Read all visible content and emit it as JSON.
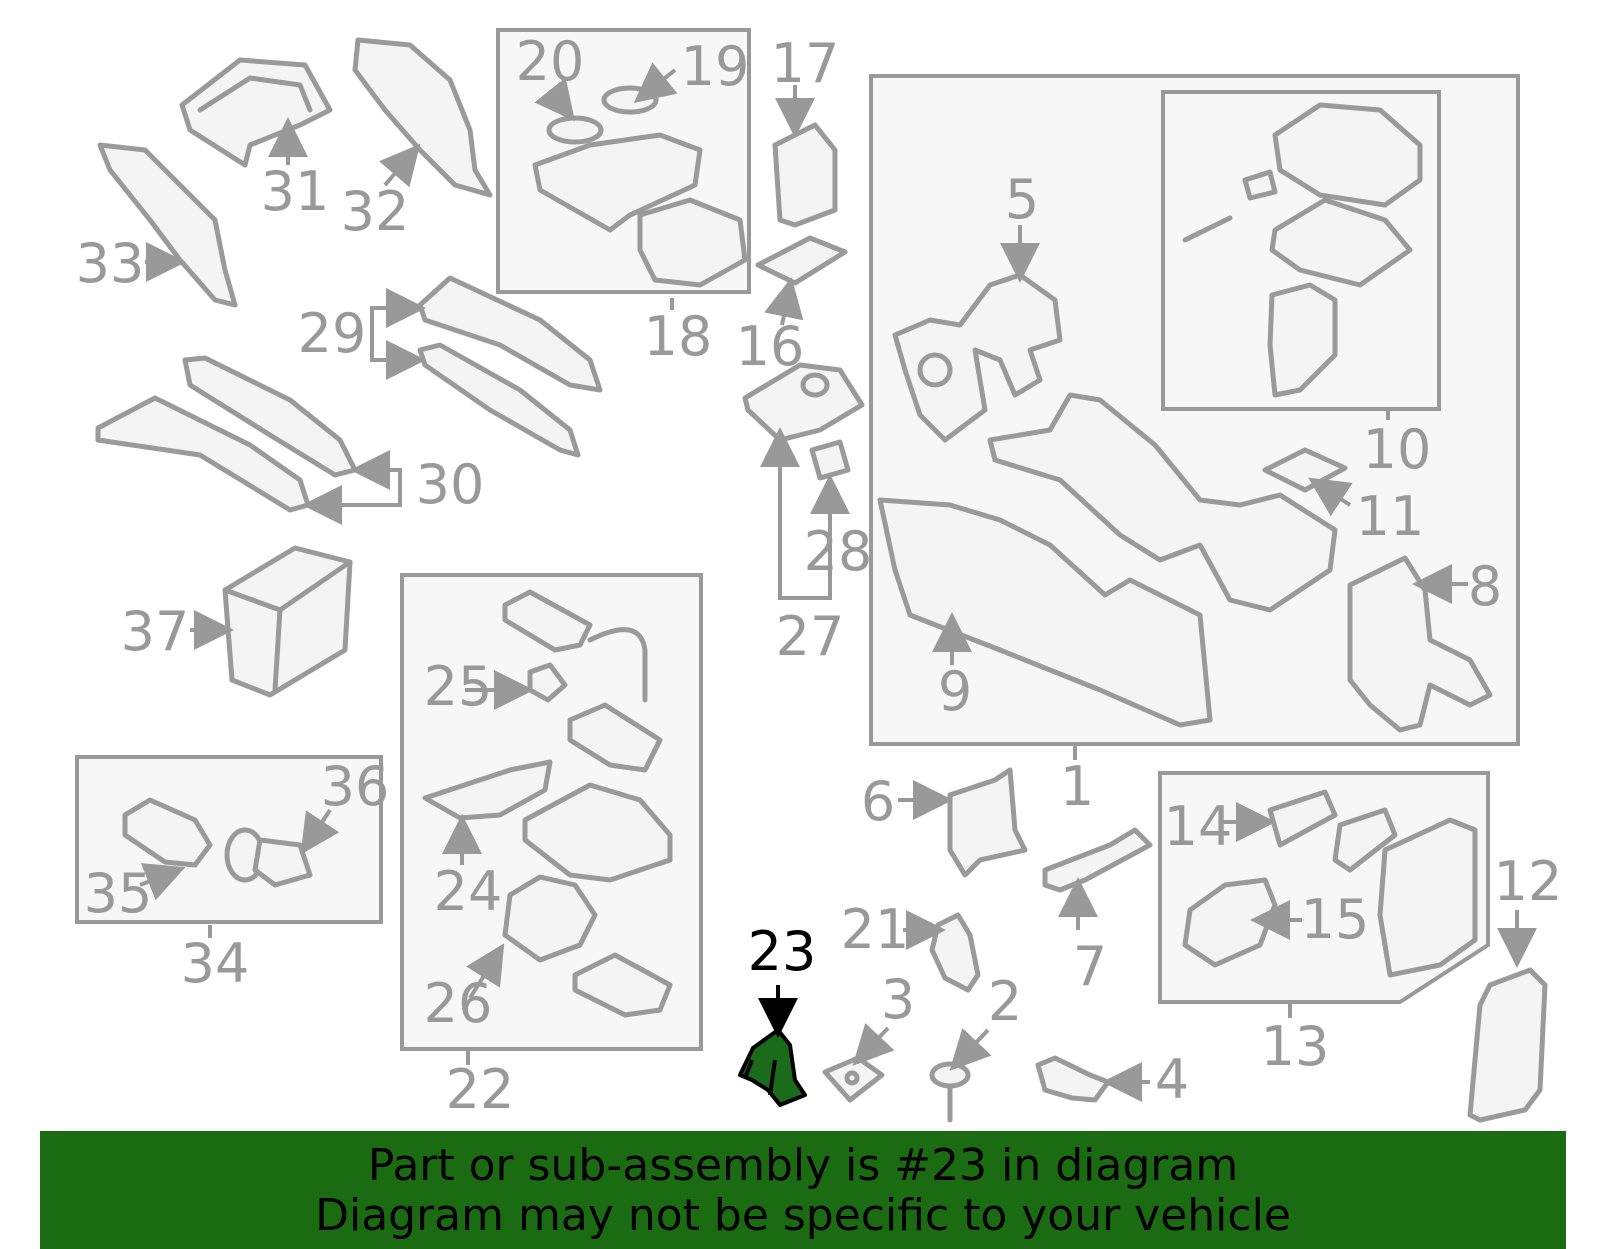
{
  "diagram": {
    "highlighted_part": "23",
    "labels": {
      "p1": "1",
      "p2": "2",
      "p3": "3",
      "p4": "4",
      "p5": "5",
      "p6": "6",
      "p7": "7",
      "p8": "8",
      "p9": "9",
      "p10": "10",
      "p11": "11",
      "p12": "12",
      "p13": "13",
      "p14": "14",
      "p15": "15",
      "p16": "16",
      "p17": "17",
      "p18": "18",
      "p19": "19",
      "p20": "20",
      "p21": "21",
      "p22": "22",
      "p23": "23",
      "p24": "24",
      "p25": "25",
      "p26": "26",
      "p27": "27",
      "p28": "28",
      "p29": "29",
      "p30": "30",
      "p31": "31",
      "p32": "32",
      "p33": "33",
      "p34": "34",
      "p35": "35",
      "p36": "36",
      "p37": "37"
    },
    "colors": {
      "line": "#999999",
      "highlight_fill": "#1a6b1a",
      "banner_bg": "#1b6b12",
      "banner_text": "#000000"
    }
  },
  "banner": {
    "line1": "Part or sub-assembly is #23 in diagram",
    "line2": "Diagram may not be specific to your vehicle"
  }
}
